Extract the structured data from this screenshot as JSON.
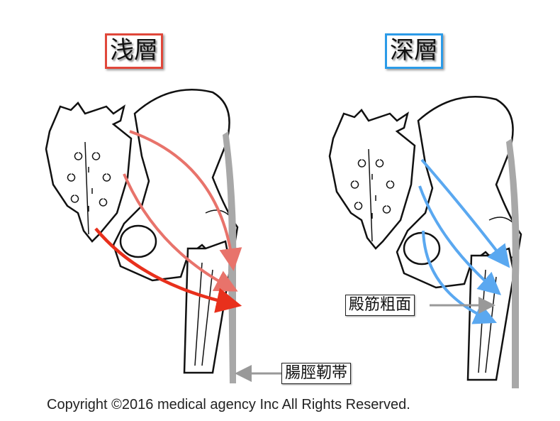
{
  "titles": {
    "superficial": "浅層",
    "deep": "深層"
  },
  "labels": {
    "gluteal_tuberosity": "殿筋粗面",
    "iliotibial_band": "腸脛靭帯"
  },
  "copyright": "Copyright ©2016 medical agency Inc All Rights Reserved.",
  "colors": {
    "superficial_frame": "#e0473a",
    "deep_frame": "#2b9be8",
    "arrow_red_light": "#e8736b",
    "arrow_red": "#e8301c",
    "arrow_blue": "#5aa8f0",
    "band": "#a8a8a8"
  }
}
